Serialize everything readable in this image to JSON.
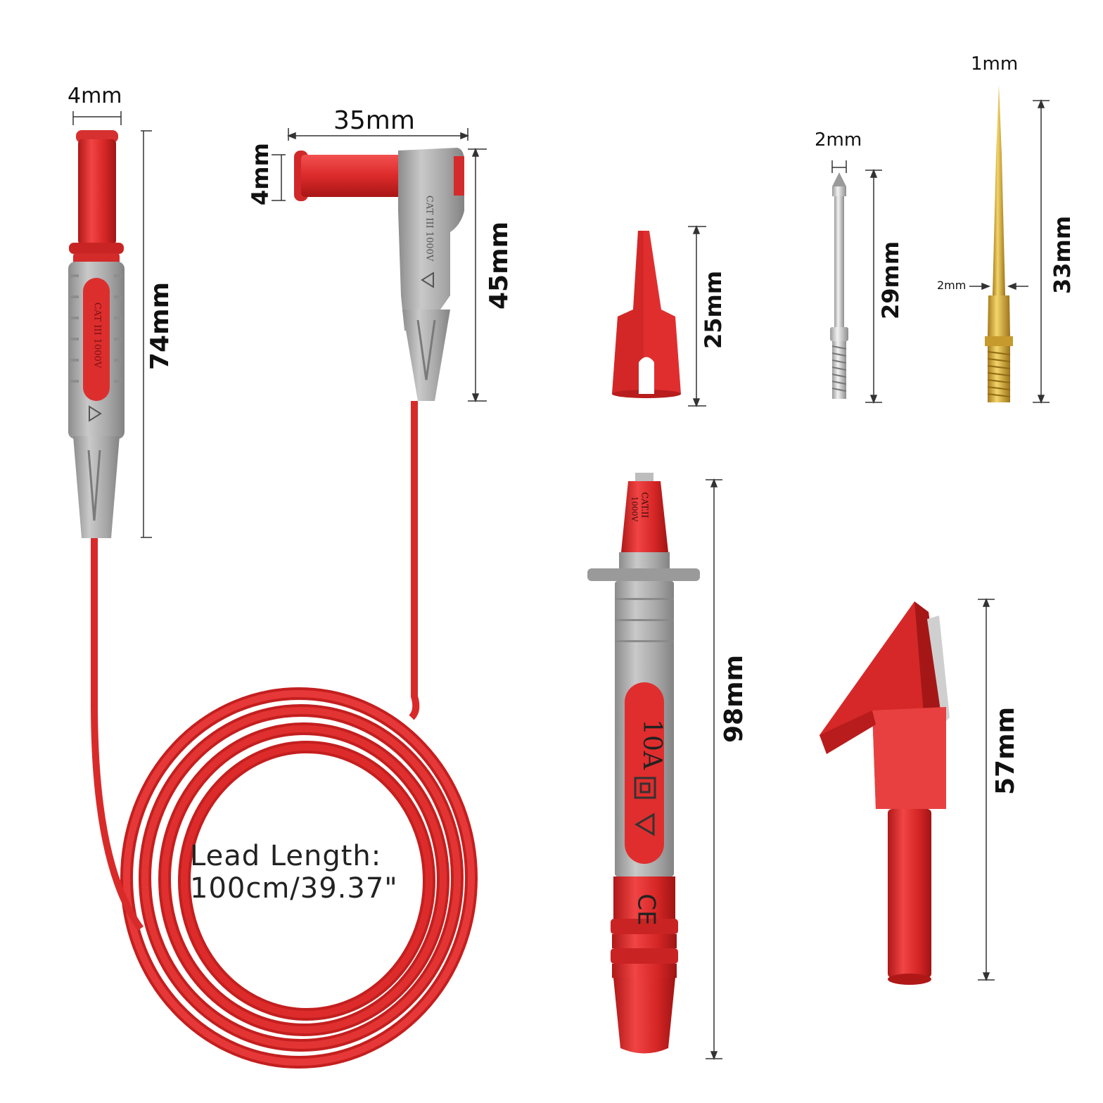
{
  "colors": {
    "red": "#e12b2b",
    "red_dark": "#b81c1c",
    "grey": "#a9a9a9",
    "grey_dark": "#8a8a8a",
    "silver": "#d8d8d8",
    "gold": "#d7b142",
    "dim_line": "#333333"
  },
  "plug_straight": {
    "width_label": "4mm",
    "length_label": "74mm",
    "rating_text": "CAT III 1000V"
  },
  "plug_right_angle": {
    "width_label": "35mm",
    "pin_label": "4mm",
    "length_label": "45mm",
    "rating_text": "CAT III 1000V"
  },
  "cable": {
    "lead_length_line1": "Lead Length:",
    "lead_length_line2": "100cm/39.37\""
  },
  "insulator_cap": {
    "length_label": "25mm"
  },
  "steel_pin": {
    "width_label": "2mm",
    "length_label": "29mm"
  },
  "gold_needle": {
    "tip_label": "1mm",
    "base_label": "2mm",
    "length_label": "33mm"
  },
  "probe": {
    "length_label": "98mm",
    "top_rating": "CAT.II",
    "top_voltage": "1000V",
    "current_rating": "10A",
    "ce_mark": "CE"
  },
  "alligator_clip": {
    "length_label": "57mm"
  },
  "icons": {
    "warning": "warning-triangle-icon",
    "double_insulation": "double-insulation-icon"
  }
}
